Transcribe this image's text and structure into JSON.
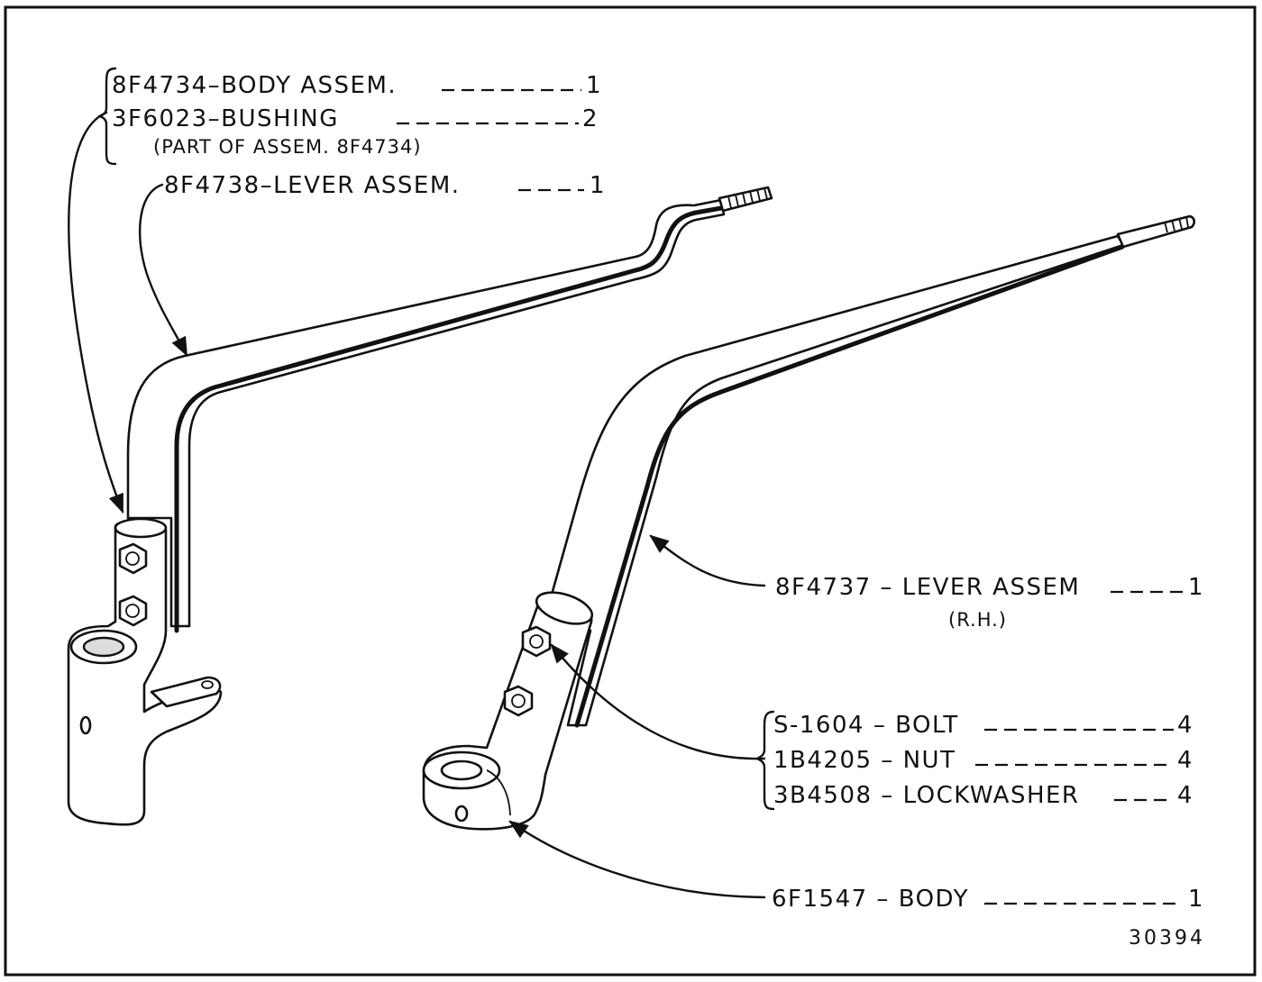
{
  "callouts": {
    "body_assem": {
      "part": "8F4734",
      "name": "BODY ASSEM.",
      "qty": "1"
    },
    "bushing": {
      "part": "3F6023",
      "name": "BUSHING",
      "qty": "2",
      "note": "(PART OF ASSEM. 8F4734)"
    },
    "lever_lh": {
      "part": "8F4738",
      "name": "LEVER ASSEM.",
      "qty": "1"
    },
    "lever_rh": {
      "part": "8F4737",
      "name": "LEVER ASSEM",
      "qty": "1",
      "note": "(R.H.)"
    },
    "bolt": {
      "part": "S-1604",
      "name": "BOLT",
      "qty": "4"
    },
    "nut": {
      "part": "1B4205",
      "name": "NUT",
      "qty": "4"
    },
    "lockwasher": {
      "part": "3B4508",
      "name": "LOCKWASHER",
      "qty": "4"
    },
    "body": {
      "part": "6F1547",
      "name": "BODY",
      "qty": "1"
    }
  },
  "figure_number": "30394"
}
